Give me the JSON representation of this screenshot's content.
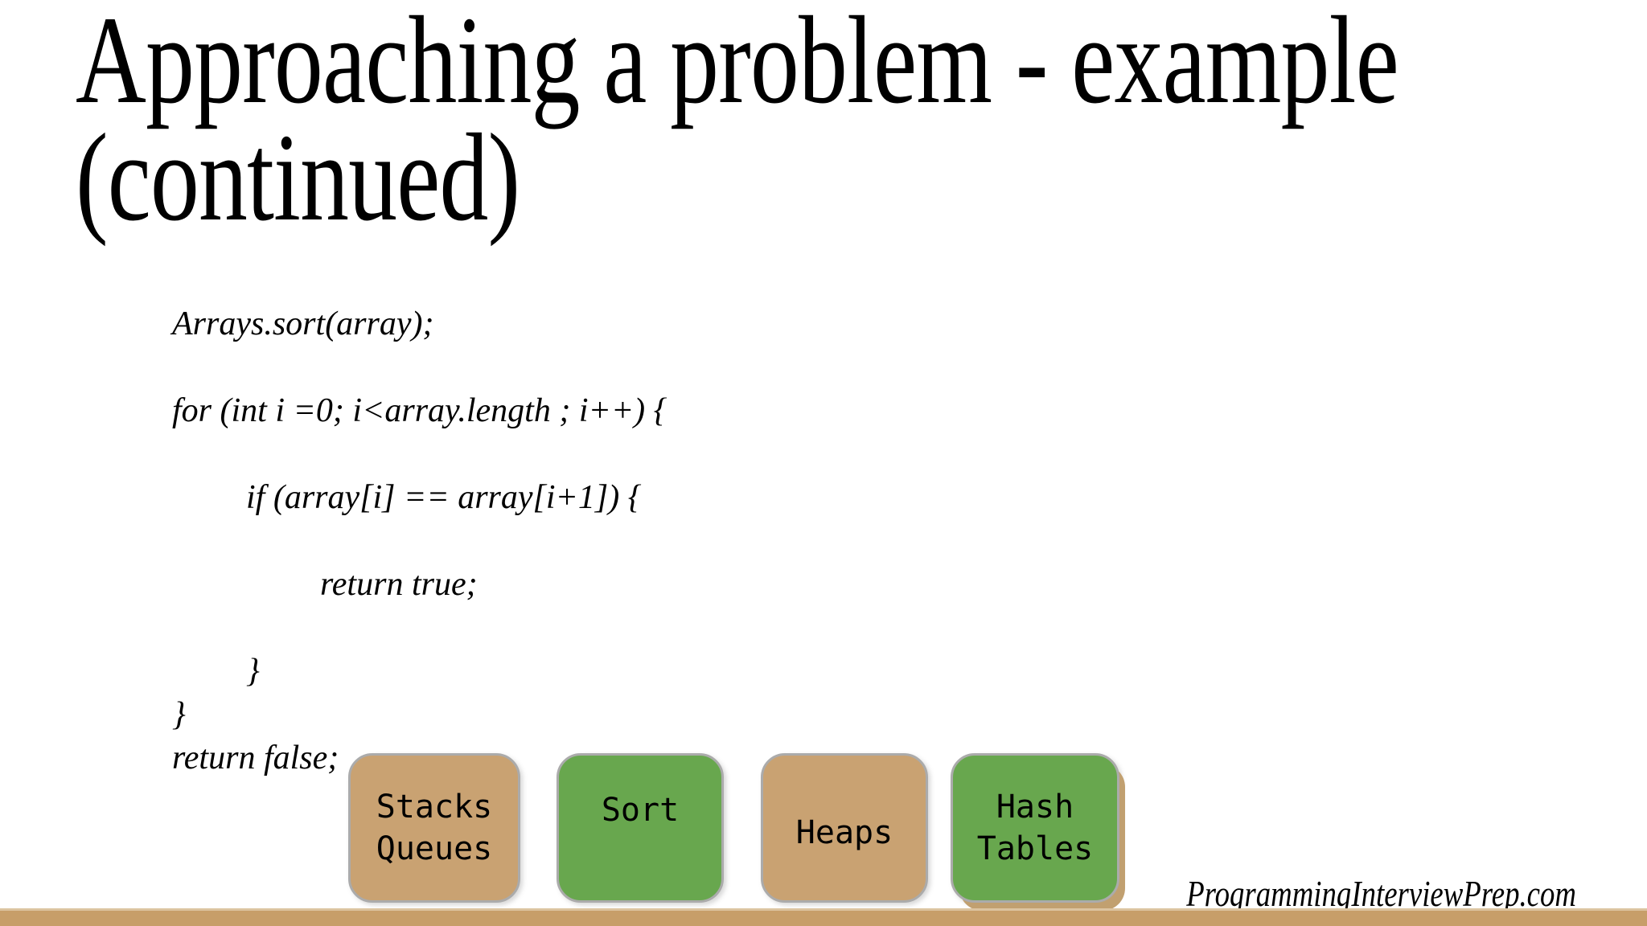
{
  "title": {
    "line1": "Approaching a problem - example",
    "line2": "(continued)"
  },
  "code": {
    "lines": [
      {
        "text": "Arrays.sort(array);",
        "indent": 0
      },
      {
        "text": "",
        "indent": 0
      },
      {
        "text": "for (int i =0; i<array.length ; i++) {",
        "indent": 0
      },
      {
        "text": "",
        "indent": 0
      },
      {
        "text": "if (array[i] == array[i+1]) {",
        "indent": 1
      },
      {
        "text": "",
        "indent": 0
      },
      {
        "text": "return true;",
        "indent": 2
      },
      {
        "text": "",
        "indent": 0
      },
      {
        "text": "}",
        "indent": 1
      },
      {
        "text": "}",
        "indent": 0
      },
      {
        "text": "return false;",
        "indent": 0
      }
    ]
  },
  "topic_boxes": [
    {
      "name": "stacks-queues",
      "lines": [
        "Stacks",
        "Queues"
      ],
      "color": "tan"
    },
    {
      "name": "sort",
      "lines": [
        "Sort"
      ],
      "color": "green"
    },
    {
      "name": "heaps",
      "lines": [
        "Heaps"
      ],
      "color": "tan"
    },
    {
      "name": "hash-tables",
      "lines": [
        "Hash",
        "Tables"
      ],
      "color": "green"
    }
  ],
  "footer": {
    "website": "ProgrammingInterviewPrep.com"
  },
  "colors": {
    "tan": "#c9a272",
    "green": "#68a74e",
    "box_border": "#ababab",
    "tan_shadow": "#c1a070",
    "bar": "#c79e69",
    "bar_highlight": "#dcc4a0",
    "text": "#000000",
    "background": "#ffffff"
  }
}
